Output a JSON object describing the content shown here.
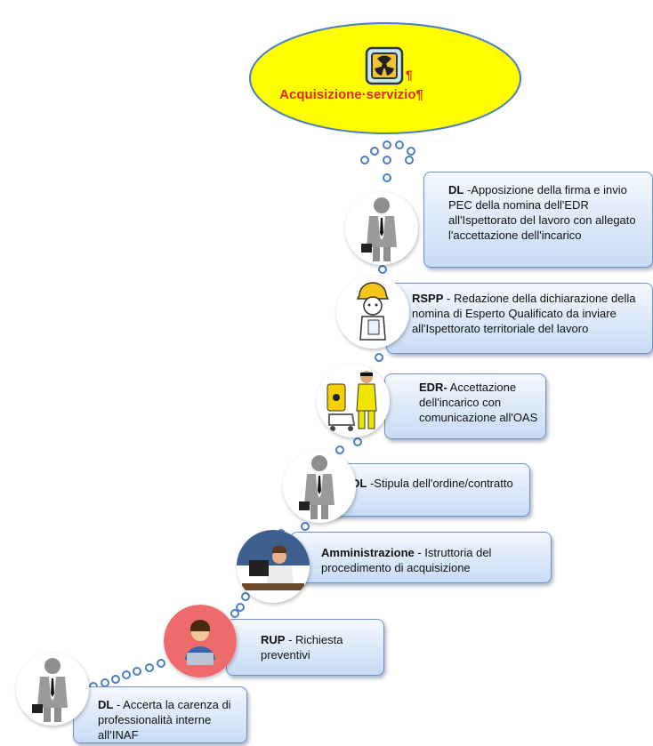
{
  "header": {
    "title": "Acquisizione·servizio¶",
    "icon_mark": "¶",
    "icon": "radiation-warning-icon"
  },
  "steps": [
    {
      "role": "DL",
      "text": " -Apposizione della firma e invio PEC della nomina dell'EDR all'Ispettorato del lavoro con allegato l'accettazione dell'incarico",
      "icon": "businessman-icon"
    },
    {
      "role": "RSPP",
      "text": " - Redazione della dichiarazione della  nomina di Esperto Qualificato  da inviare all'Ispettorato territoriale del lavoro",
      "icon": "engineer-helmet-icon"
    },
    {
      "role": "EDR-",
      "text": " Accettazione dell'incarico con comunicazione all'OAS",
      "icon": "radiation-worker-icon"
    },
    {
      "role": "DL",
      "text": " -Stipula dell'ordine/contratto",
      "icon": "businessman-icon"
    },
    {
      "role": "Amministrazione",
      "text": " -  Istruttoria del procedimento di acquisizione",
      "icon": "office-worker-icon"
    },
    {
      "role": "RUP",
      "text": " - Richiesta preventivi",
      "icon": "laptop-user-icon"
    },
    {
      "role": "DL",
      "text": " - Accerta la carenza di professionalità interne all’INAF",
      "icon": "businessman-icon"
    }
  ],
  "colors": {
    "ellipse_fill": "#ffff00",
    "ellipse_stroke": "#4a7fc1",
    "title_red": "#e8261f",
    "box_fill": "#c7dbf5",
    "dot_stroke": "#4a7fc1"
  }
}
